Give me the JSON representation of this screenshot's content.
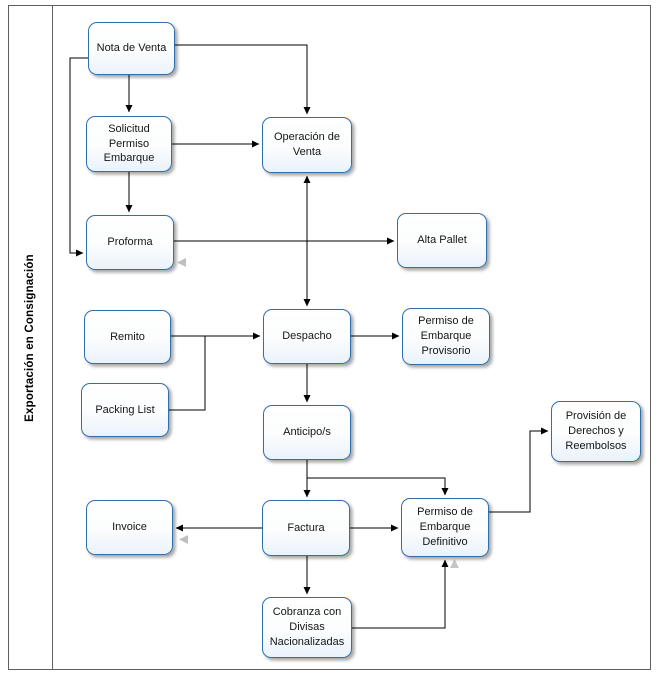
{
  "diagram": {
    "lane_title": "Exportación en Consignación",
    "colors": {
      "node_border": "#2f6fae",
      "connector": "#000000",
      "frame_border": "#5f5f5f",
      "ghost_arrow": "#bfbfbf"
    },
    "nodes": {
      "nota": {
        "label": "Nota de Venta"
      },
      "solicitud": {
        "label": "Solicitud\nPermiso\nEmbarque"
      },
      "operacion": {
        "label": "Operación de\nVenta"
      },
      "proforma": {
        "label": "Proforma"
      },
      "alta": {
        "label": "Alta Pallet"
      },
      "remito": {
        "label": "Remito"
      },
      "despacho": {
        "label": "Despacho"
      },
      "permiso_prov": {
        "label": "Permiso de\nEmbarque\nProvisorio"
      },
      "packing": {
        "label": "Packing List"
      },
      "anticipo": {
        "label": "Anticipo/s"
      },
      "provision": {
        "label": "Provisión de\nDerechos y\nReembolsos"
      },
      "invoice": {
        "label": "Invoice"
      },
      "factura": {
        "label": "Factura"
      },
      "permiso_def": {
        "label": "Permiso de\nEmbarque\nDefinitivo"
      },
      "cobranza": {
        "label": "Cobranza con\nDivisas\nNacionalizadas"
      }
    },
    "edges": [
      {
        "from": "Nota de Venta",
        "to": "Solicitud Permiso Embarque"
      },
      {
        "from": "Nota de Venta",
        "to": "Operación de Venta"
      },
      {
        "from": "Nota de Venta",
        "to": "Proforma"
      },
      {
        "from": "Solicitud Permiso Embarque",
        "to": "Operación de Venta"
      },
      {
        "from": "Solicitud Permiso Embarque",
        "to": "Proforma"
      },
      {
        "from": "Proforma",
        "to": "Alta Pallet"
      },
      {
        "from": "Operación de Venta",
        "to": "Despacho",
        "bidirectional": true
      },
      {
        "from": "Remito",
        "to": "Despacho"
      },
      {
        "from": "Packing List",
        "to": "Despacho"
      },
      {
        "from": "Despacho",
        "to": "Permiso de Embarque Provisorio"
      },
      {
        "from": "Despacho",
        "to": "Anticipo/s"
      },
      {
        "from": "Anticipo/s",
        "to": "Factura"
      },
      {
        "from": "Anticipo/s",
        "to": "Permiso de Embarque Definitivo"
      },
      {
        "from": "Factura",
        "to": "Invoice"
      },
      {
        "from": "Factura",
        "to": "Permiso de Embarque Definitivo"
      },
      {
        "from": "Factura",
        "to": "Cobranza con Divisas Nacionalizadas"
      },
      {
        "from": "Cobranza con Divisas Nacionalizadas",
        "to": "Permiso de Embarque Definitivo"
      },
      {
        "from": "Permiso de Embarque Definitivo",
        "to": "Provisión de Derechos y Reembolsos"
      }
    ]
  }
}
